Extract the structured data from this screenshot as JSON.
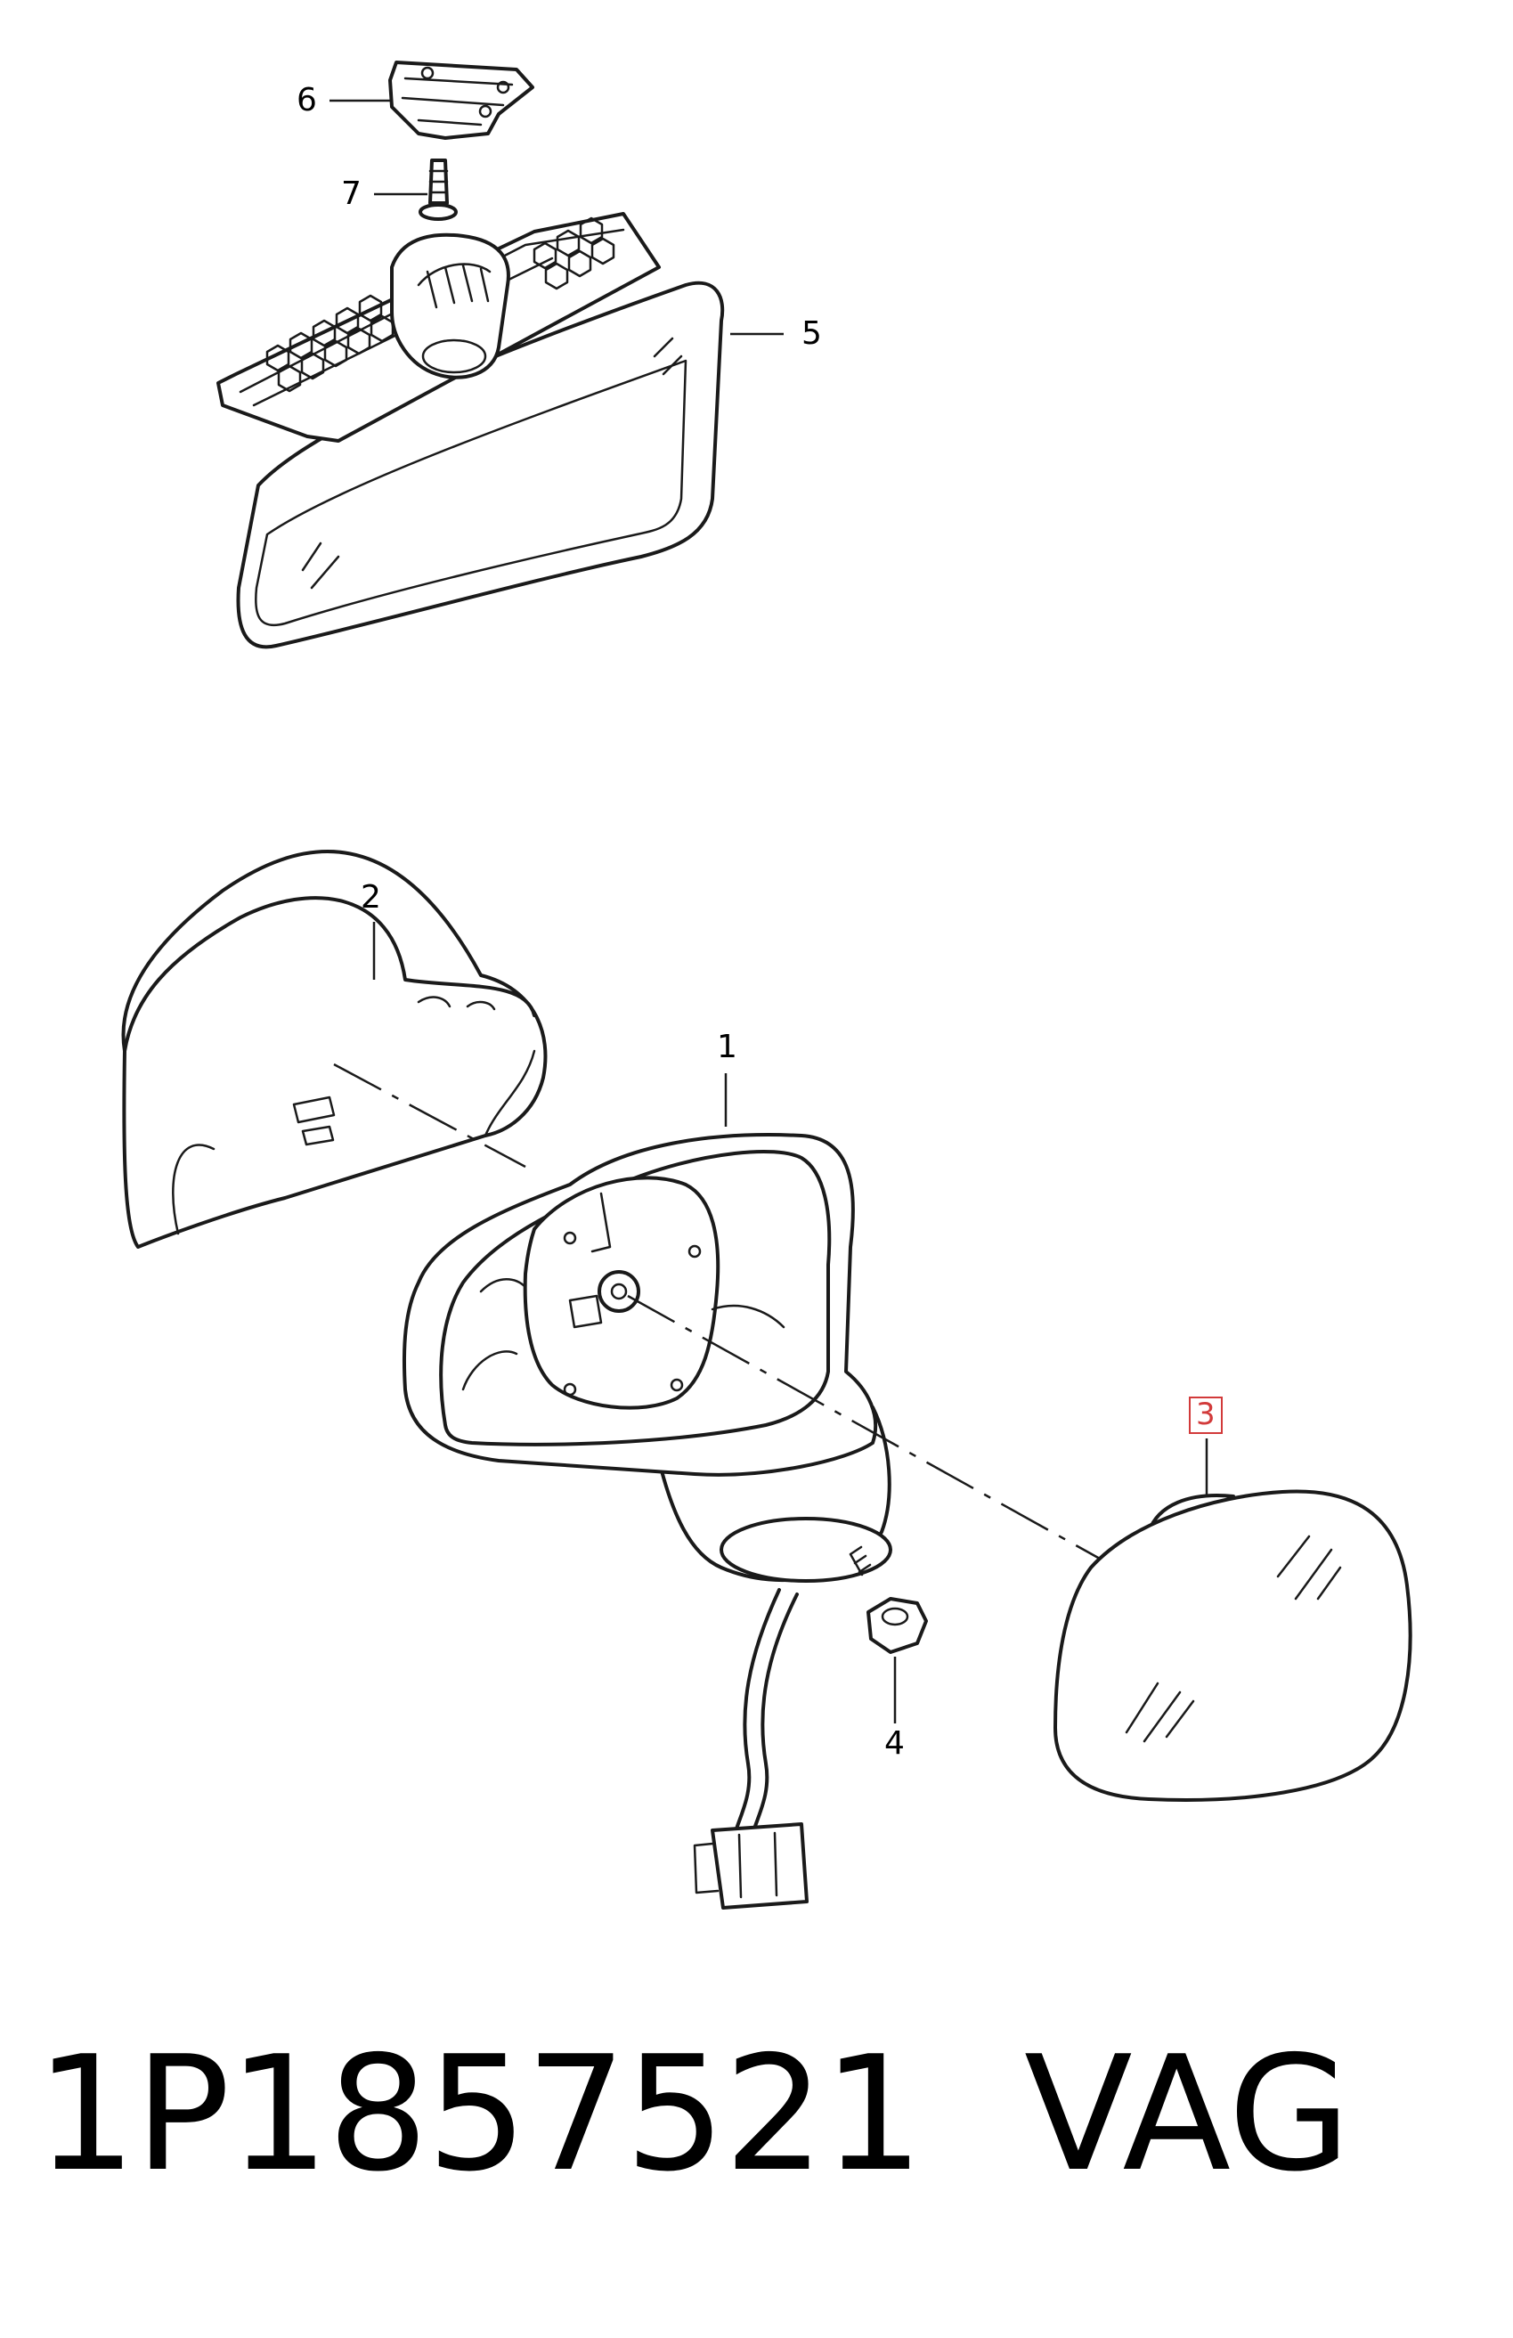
{
  "diagram": {
    "callouts": {
      "c1": "1",
      "c2": "2",
      "c3": "3",
      "c4": "4",
      "c5": "5",
      "c6": "6",
      "c7": "7"
    }
  },
  "footer": {
    "part_number": "1P1857521",
    "brand": "VAG"
  },
  "colors": {
    "line": "#1a1a1a",
    "highlight_box": "#d23a3a",
    "background": "#ffffff"
  }
}
